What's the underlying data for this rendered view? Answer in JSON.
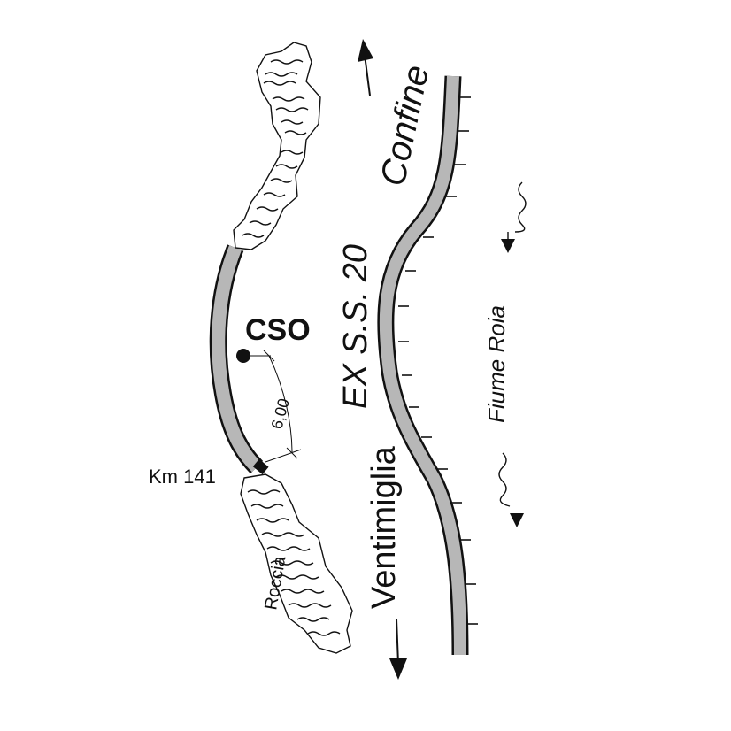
{
  "labels": {
    "confine": "Confine",
    "road": "EX S.S. 20",
    "ventimiglia": "Ventimiglia",
    "river": "Fiume Roia",
    "cso": "CSO",
    "km": "Km 141",
    "rock": "Roccia",
    "distance": "6,00"
  },
  "colors": {
    "ink": "#111111",
    "road_fill": "#b7b7b7",
    "background": "#ffffff"
  },
  "icons": {
    "north_arrow": "arrow-up-icon",
    "south_arrow": "arrow-down-icon",
    "flow_arrows": "wavy-arrow-down-icon",
    "point_marker": "filled-circle-icon"
  }
}
